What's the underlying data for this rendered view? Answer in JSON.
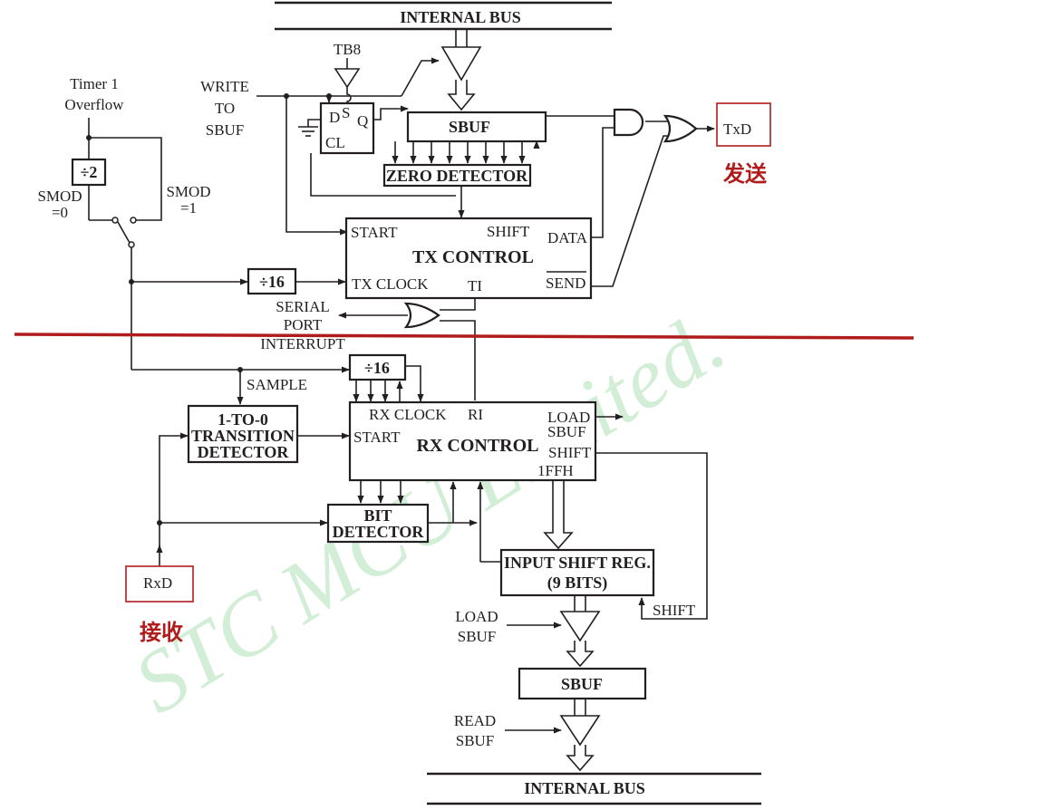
{
  "top_bus": "INTERNAL BUS",
  "bottom_bus": "INTERNAL BUS",
  "tb8": "TB8",
  "timer": {
    "line1": "Timer 1",
    "line2": "Overflow"
  },
  "write_sbuf": [
    "WRITE",
    "TO",
    "SBUF"
  ],
  "div2": "÷2",
  "smod0": [
    "SMOD",
    "=0"
  ],
  "smod1": [
    "SMOD",
    "=1"
  ],
  "flipflop": {
    "d": "D",
    "s": "S",
    "q": "Q",
    "cl": "CL"
  },
  "tx_sbuf": "SBUF",
  "zero_detector": "ZERO DETECTOR",
  "txd_pin": "TxD",
  "tx_caption": "发送",
  "tx_control": {
    "title": "TX CONTROL",
    "start": "START",
    "shift": "SHIFT",
    "data": "DATA",
    "tx_clock": "TX CLOCK",
    "ti": "TI",
    "send": "SEND"
  },
  "div16_tx": "÷16",
  "serial_interrupt": [
    "SERIAL",
    "PORT",
    "INTERRUPT"
  ],
  "div16_rx": "÷16",
  "sample": "SAMPLE",
  "transition_detector": [
    "1-TO-0",
    "TRANSITION",
    "DETECTOR"
  ],
  "rx_control": {
    "title": "RX CONTROL",
    "rx_clock": "RX CLOCK",
    "ri": "RI",
    "start": "START",
    "load_sbuf": [
      "LOAD",
      "SBUF"
    ],
    "shift": "SHIFT",
    "code": "1FFH"
  },
  "bit_detector": [
    "BIT",
    "DETECTOR"
  ],
  "input_shift_reg": [
    "INPUT SHIFT REG.",
    "(9 BITS)"
  ],
  "shift_label": "SHIFT",
  "rxd_pin": "RxD",
  "rx_caption": "接收",
  "load_sbuf_lower": [
    "LOAD",
    "SBUF"
  ],
  "rx_sbuf": "SBUF",
  "read_sbuf": [
    "READ",
    "SBUF"
  ],
  "watermark": "STC MCU Limited.",
  "colors": {
    "ink": "#231f20",
    "divider": "#b01c1c",
    "watermark": "#3cb44b"
  }
}
